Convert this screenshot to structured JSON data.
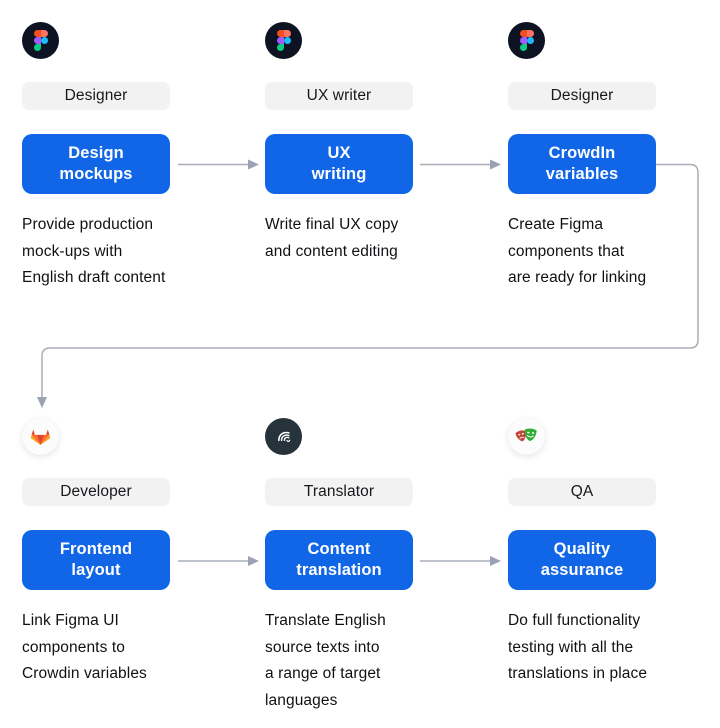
{
  "diagram": {
    "palette": {
      "step_button_blue": "#1166E8",
      "role_pill_gray": "#F2F2F2",
      "connector_gray": "#A9AEB8",
      "figma_circle": "#0E1323",
      "crowdin_circle": "#26333B"
    },
    "cards": [
      {
        "icon": "figma",
        "role": "Designer",
        "step_lines": [
          "Design",
          "mockups"
        ],
        "desc_lines": [
          "Provide production",
          "mock-ups with",
          "English draft content"
        ]
      },
      {
        "icon": "figma",
        "role": "UX writer",
        "step_lines": [
          "UX",
          "writing"
        ],
        "desc_lines": [
          "Write final UX copy",
          "and content editing"
        ]
      },
      {
        "icon": "figma",
        "role": "Designer",
        "step_lines": [
          "CrowdIn",
          "variables"
        ],
        "desc_lines": [
          "Create Figma",
          "components that",
          "are ready for linking"
        ]
      },
      {
        "icon": "gitlab",
        "role": "Developer",
        "step_lines": [
          "Frontend",
          "layout"
        ],
        "desc_lines": [
          "Link Figma UI",
          "components to",
          "Crowdin variables"
        ]
      },
      {
        "icon": "crowdin",
        "role": "Translator",
        "step_lines": [
          "Content",
          "translation"
        ],
        "desc_lines": [
          "Translate English",
          "source texts into",
          "a range of target",
          "languages"
        ]
      },
      {
        "icon": "playwright",
        "role": "QA",
        "step_lines": [
          "Quality",
          "assurance"
        ],
        "desc_lines": [
          "Do full functionality",
          "testing with all the",
          "translations in place"
        ]
      }
    ]
  }
}
